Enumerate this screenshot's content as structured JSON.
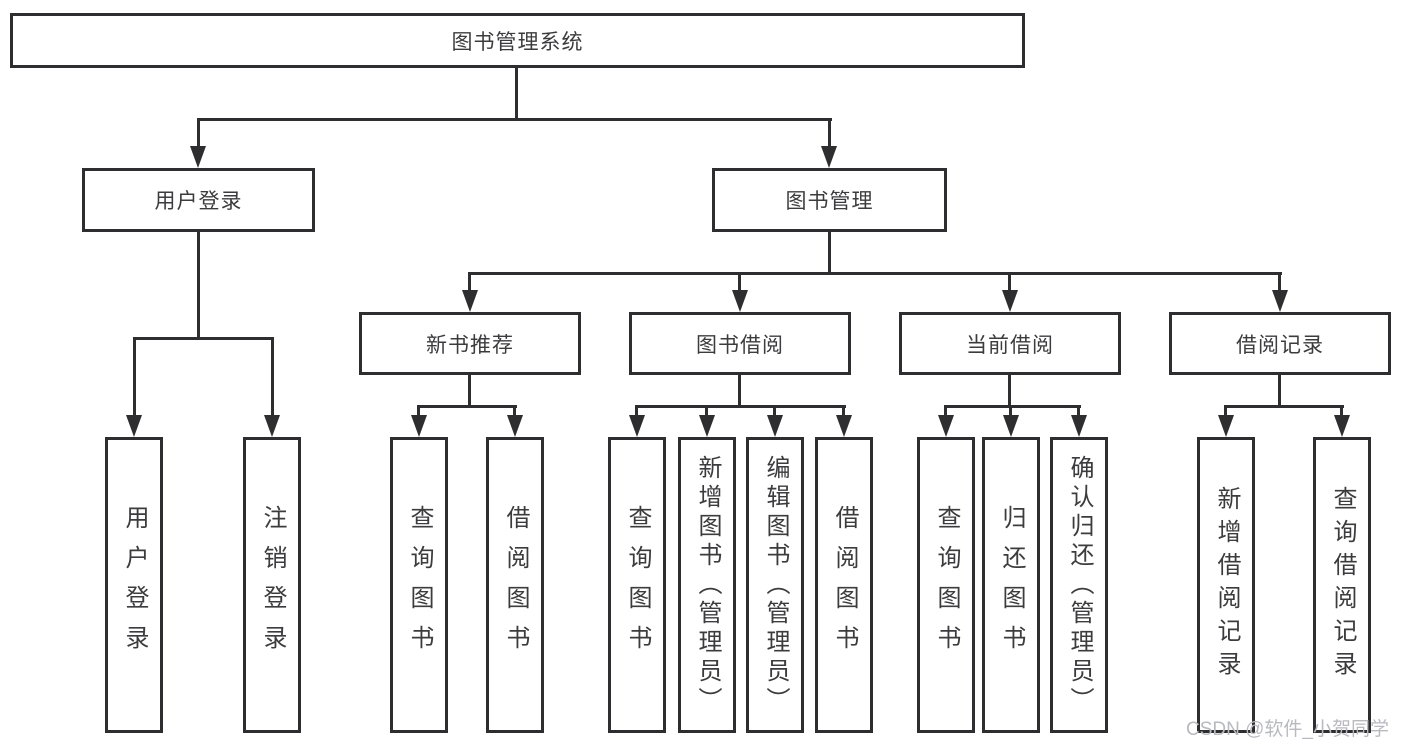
{
  "tree": {
    "label": "图书管理系统",
    "children": [
      {
        "label": "用户登录",
        "children": [
          {
            "label": "用户登录"
          },
          {
            "label": "注销登录"
          }
        ]
      },
      {
        "label": "图书管理",
        "children": [
          {
            "label": "新书推荐",
            "children": [
              {
                "label": "查询图书"
              },
              {
                "label": "借阅图书"
              }
            ]
          },
          {
            "label": "图书借阅",
            "children": [
              {
                "label": "查询图书"
              },
              {
                "label": "新增图书（管理员）"
              },
              {
                "label": "编辑图书（管理员）"
              },
              {
                "label": "借阅图书"
              }
            ]
          },
          {
            "label": "当前借阅",
            "children": [
              {
                "label": "查询图书"
              },
              {
                "label": "归还图书"
              },
              {
                "label": "确认归还（管理员）"
              }
            ]
          },
          {
            "label": "借阅记录",
            "children": [
              {
                "label": "新增借阅记录"
              },
              {
                "label": "查询借阅记录"
              }
            ]
          }
        ]
      }
    ]
  },
  "watermark": {
    "text": "CSDN @软件_小贺同学"
  },
  "colors": {
    "line": "#2e2e30",
    "text": "#3c3c3e",
    "background": "#ffffff",
    "watermark": "#b9bac0"
  }
}
